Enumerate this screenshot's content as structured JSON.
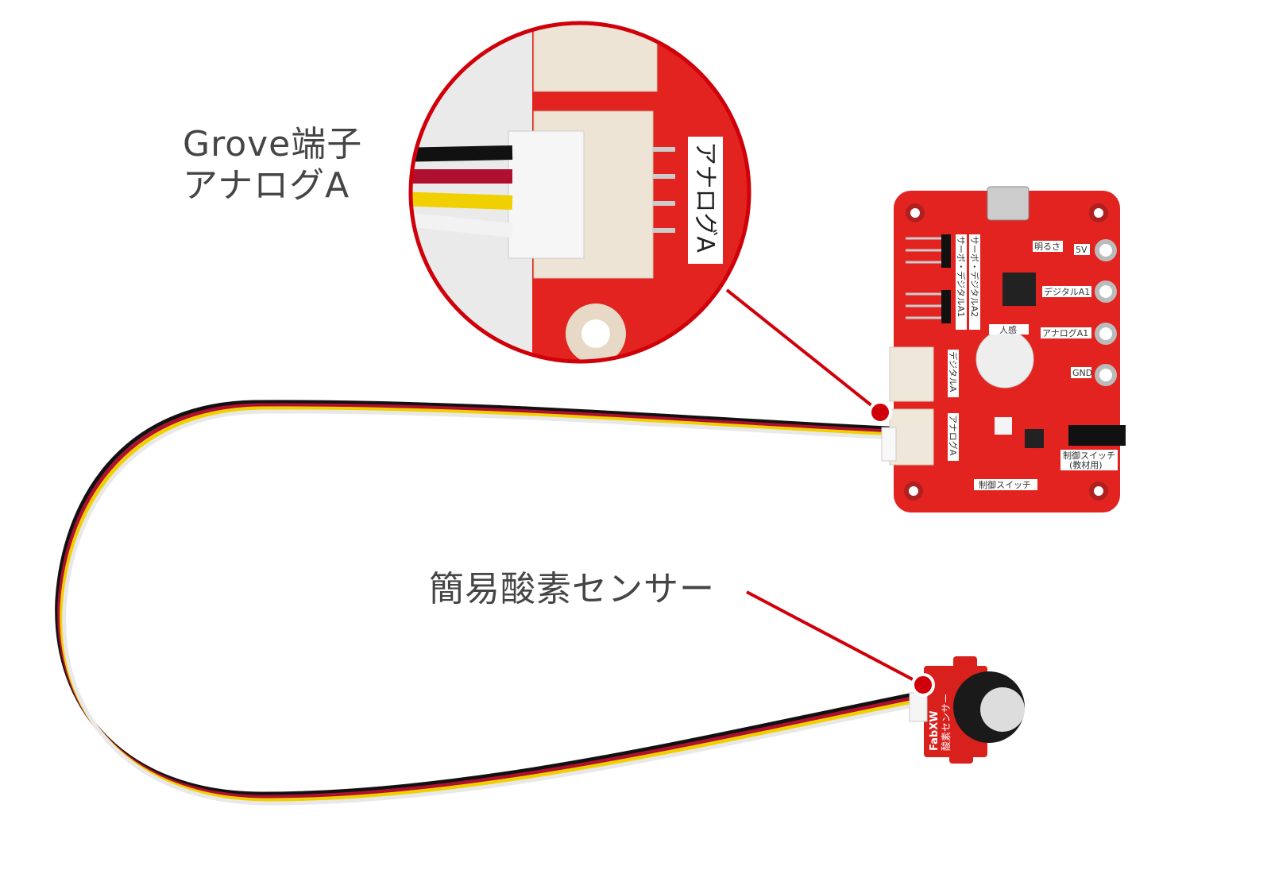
{
  "callouts": {
    "grove_line1": "Grove端子",
    "grove_line2": "アナログA",
    "sensor": "簡易酸素センサー"
  },
  "board_labels": {
    "brightness": "明るさ",
    "v5": "5V",
    "digital_a1": "デジタルA1",
    "analog_a1": "アナログA1",
    "gnd": "GND",
    "servo_a1": "サーボ・デジタルA1",
    "servo_a2": "サーボ・デジタルA2",
    "motion": "人感",
    "digital_a": "デジタルA",
    "analog_a": "アナログA",
    "switch_edu_1": "制御スイッチ",
    "switch_edu_2": "(教材用)",
    "switch": "制御スイッチ"
  },
  "magnifier_label": "アナログA",
  "sensor_board": {
    "brand": "FabXW",
    "name": "酸素センサー"
  },
  "colors": {
    "accent": "#d0000a",
    "pcb": "#e3231f",
    "text": "#454545"
  }
}
